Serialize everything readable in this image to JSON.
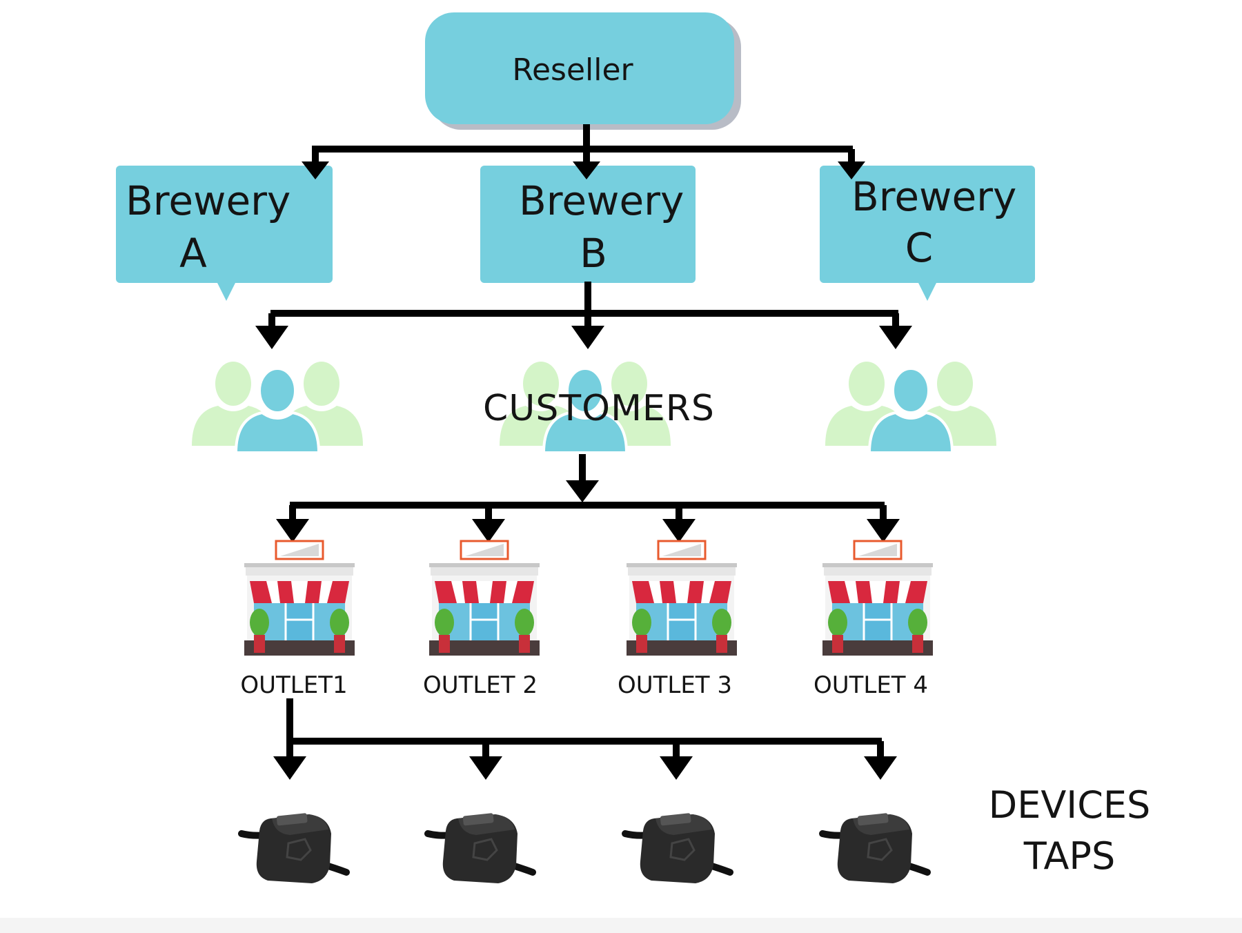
{
  "reseller": {
    "label": "Reseller"
  },
  "breweries": [
    {
      "line1": "Brewery",
      "line2": "A"
    },
    {
      "line1": "Brewery",
      "line2": "B"
    },
    {
      "line1": "Brewery",
      "line2": "C"
    }
  ],
  "customers": {
    "label": "CUSTOMERS"
  },
  "outlets": [
    "OUTLET1",
    "OUTLET 2",
    "OUTLET 3",
    "OUTLET 4"
  ],
  "devices": {
    "line1": "DEVICES",
    "line2": "TAPS"
  },
  "colors": {
    "box": "#76cfde",
    "box_shadow": "#b8bcc6",
    "person_front": "#76cfde",
    "person_back": "#d4f4c8",
    "arrow": "#000000",
    "awning_red": "#d8283e",
    "wall": "#6cc2df",
    "tap_body": "#2a2a2a"
  },
  "icons": [
    "customer-group-icon",
    "storefront-icon",
    "tap-device-icon"
  ]
}
